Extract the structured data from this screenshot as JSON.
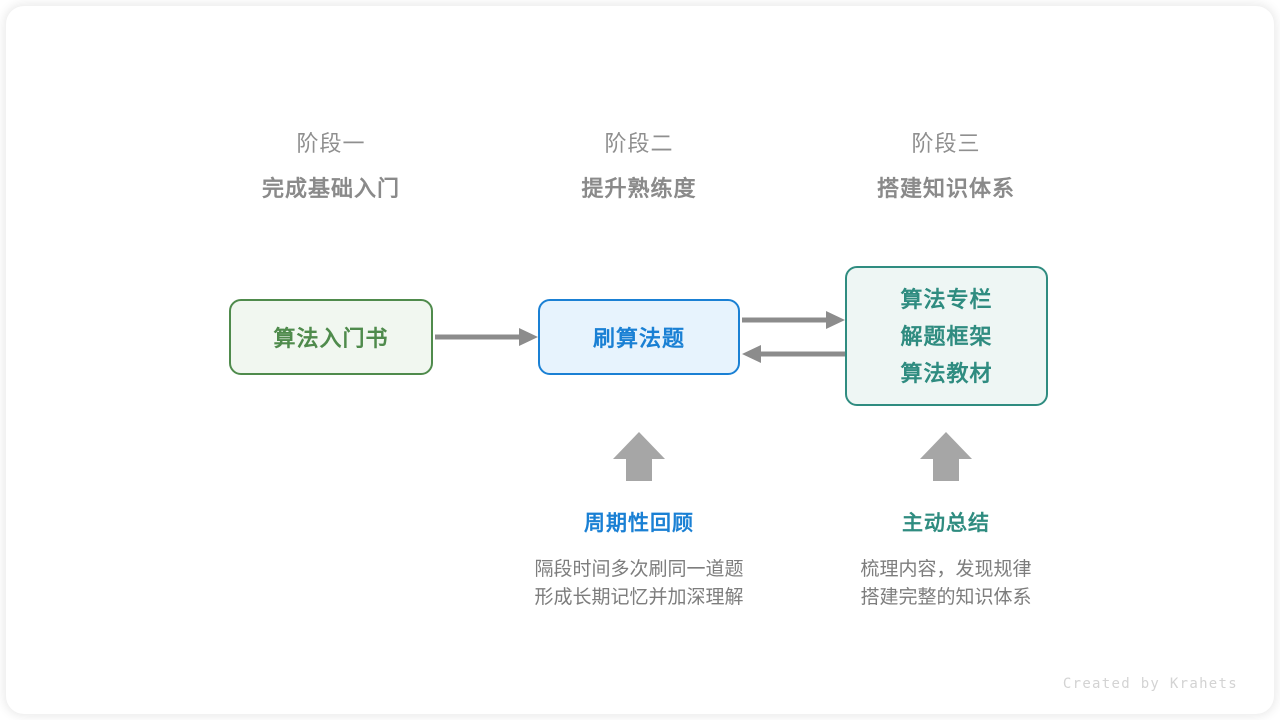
{
  "diagram": {
    "stages": [
      {
        "label": "阶段一",
        "title": "完成基础入门"
      },
      {
        "label": "阶段二",
        "title": "提升熟练度"
      },
      {
        "label": "阶段三",
        "title": "搭建知识体系"
      }
    ],
    "nodes": [
      {
        "id": "intro-book",
        "text": "算法入门书",
        "color": "#4f8b4c",
        "fill": "#f1f7f0"
      },
      {
        "id": "practice-problems",
        "text": "刷算法题",
        "color": "#1a80d4",
        "fill": "#e7f3fd"
      },
      {
        "id": "knowledge-resources",
        "lines": [
          "算法专栏",
          "解题框架",
          "算法教材"
        ],
        "color": "#2f8c80",
        "fill": "#eef6f4"
      }
    ],
    "annotations": [
      {
        "id": "periodic-review",
        "title": "周期性回顾",
        "color": "#1a80d4",
        "desc_line_1": "隔段时间多次刷同一道题",
        "desc_line_2": "形成长期记忆并加深理解"
      },
      {
        "id": "active-summary",
        "title": "主动总结",
        "color": "#2f8c80",
        "desc_line_1": "梳理内容，发现规律",
        "desc_line_2": "搭建完整的知识体系"
      }
    ],
    "arrow_color": "#8c8c8c",
    "credit": "Created by Krahets"
  }
}
